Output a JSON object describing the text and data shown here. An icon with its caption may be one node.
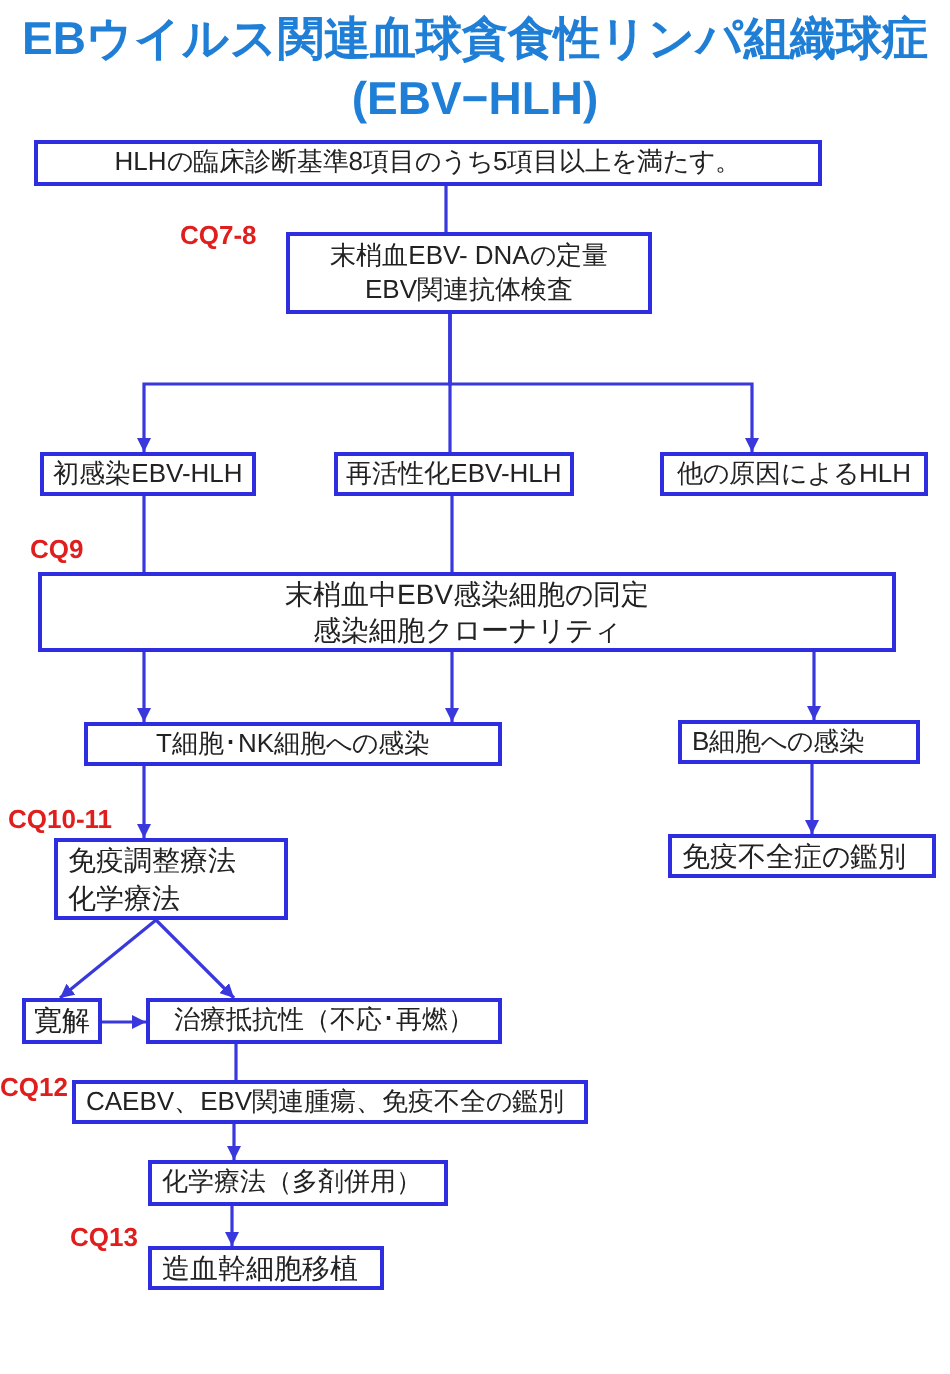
{
  "diagram": {
    "title": "EBウイルス関連血球貪食性リンパ組織球症(EBV−HLH)",
    "nodes": [
      {
        "text": [
          "HLHの臨床診断基準8項目のうち5項目以上を満たす。"
        ]
      },
      {
        "text": [
          "末梢血EBV- DNAの定量",
          "EBV関連抗体検査"
        ]
      },
      {
        "text": [
          "初感染EBV-HLH"
        ]
      },
      {
        "text": [
          "再活性化EBV-HLH"
        ]
      },
      {
        "text": [
          "他の原因によるHLH"
        ]
      },
      {
        "text": [
          "末梢血中EBV感染細胞の同定",
          "感染細胞クローナリティ"
        ]
      },
      {
        "text": [
          "T細胞･NK細胞への感染"
        ]
      },
      {
        "text": [
          "B細胞への感染"
        ]
      },
      {
        "text": [
          "免疫調整療法",
          "化学療法"
        ]
      },
      {
        "text": [
          "免疫不全症の鑑別"
        ]
      },
      {
        "text": [
          "寛解"
        ]
      },
      {
        "text": [
          "治療抵抗性（不応･再燃）"
        ]
      },
      {
        "text": [
          "CAEBV、EBV関連腫瘍、免疫不全の鑑別"
        ]
      },
      {
        "text": [
          "化学療法（多剤併用）"
        ]
      },
      {
        "text": [
          "造血幹細胞移植"
        ]
      }
    ],
    "edges": [
      {
        "from": 0,
        "to": 1,
        "arrow": "none"
      },
      {
        "from": 1,
        "to": 2,
        "arrow": "to"
      },
      {
        "from": 1,
        "to": 3,
        "arrow": "none"
      },
      {
        "from": 1,
        "to": 4,
        "arrow": "to"
      },
      {
        "from": 2,
        "to": 5,
        "arrow": "none"
      },
      {
        "from": 3,
        "to": 5,
        "arrow": "none"
      },
      {
        "from": 5,
        "to": 6,
        "arrow": "to"
      },
      {
        "from": 5,
        "to": 6,
        "arrow": "to"
      },
      {
        "from": 5,
        "to": 7,
        "arrow": "to"
      },
      {
        "from": 6,
        "to": 8,
        "arrow": "to"
      },
      {
        "from": 7,
        "to": 9,
        "arrow": "to"
      },
      {
        "from": 8,
        "to": 10,
        "arrow": "to"
      },
      {
        "from": 8,
        "to": 11,
        "arrow": "to"
      },
      {
        "from": 10,
        "to": 11,
        "arrow": "to"
      },
      {
        "from": 11,
        "to": 12,
        "arrow": "none"
      },
      {
        "from": 12,
        "to": 13,
        "arrow": "to"
      },
      {
        "from": 13,
        "to": 14,
        "arrow": "to"
      }
    ],
    "labels": [
      "CQ7-8",
      "CQ9",
      "CQ10-11",
      "CQ12",
      "CQ13"
    ]
  }
}
